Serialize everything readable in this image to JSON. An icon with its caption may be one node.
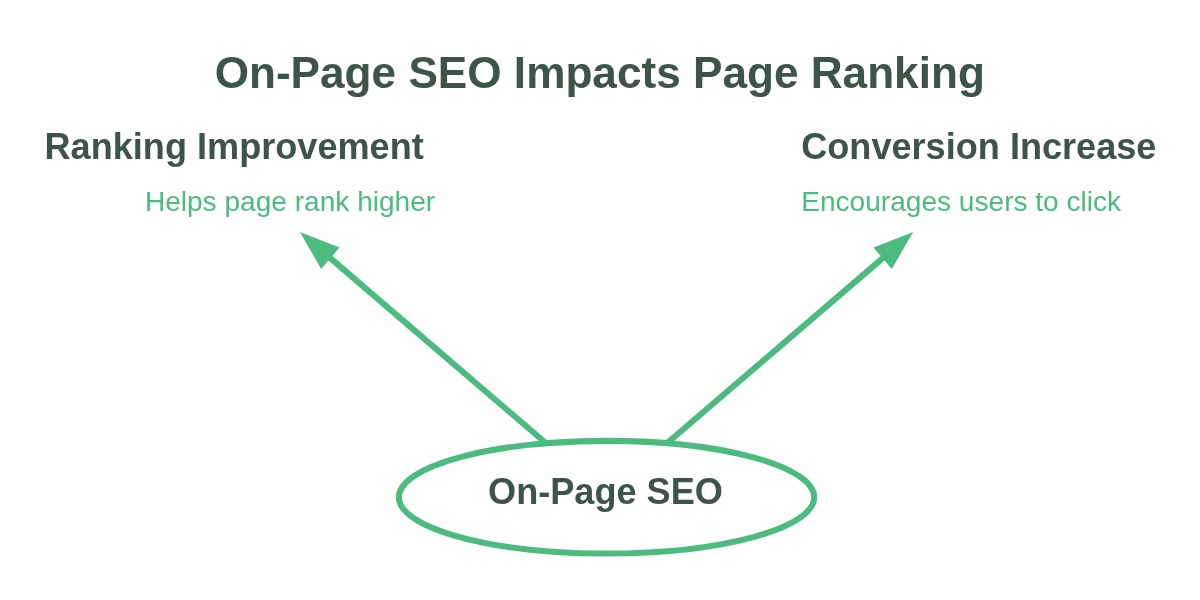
{
  "diagram": {
    "title": "On-Page SEO Impacts Page Ranking",
    "nodes": [
      {
        "text": [
          "On-Page SEO"
        ]
      },
      {
        "text": [
          "Ranking Improvement",
          "Helps page rank higher"
        ]
      },
      {
        "text": [
          "Conversion Increase",
          "Encourages users to click"
        ]
      }
    ],
    "edges": [
      {
        "from": 0,
        "to": 1,
        "arrow": "to"
      },
      {
        "from": 0,
        "to": 2,
        "arrow": "to"
      }
    ]
  }
}
